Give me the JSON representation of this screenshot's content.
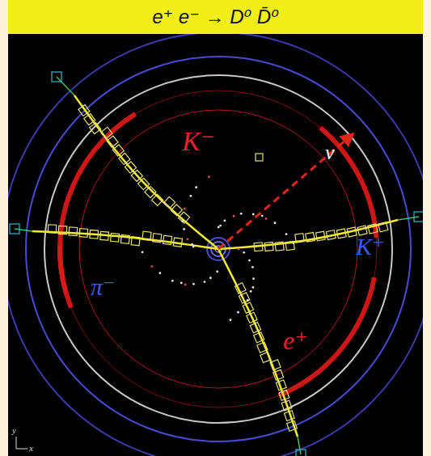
{
  "diagram": {
    "title": "e⁺ e⁻ → D⁰ D̄⁰",
    "labels": [
      "K⁻",
      "ν",
      "K⁺",
      "π⁻",
      "e⁺",
      "y",
      "x"
    ]
  }
}
